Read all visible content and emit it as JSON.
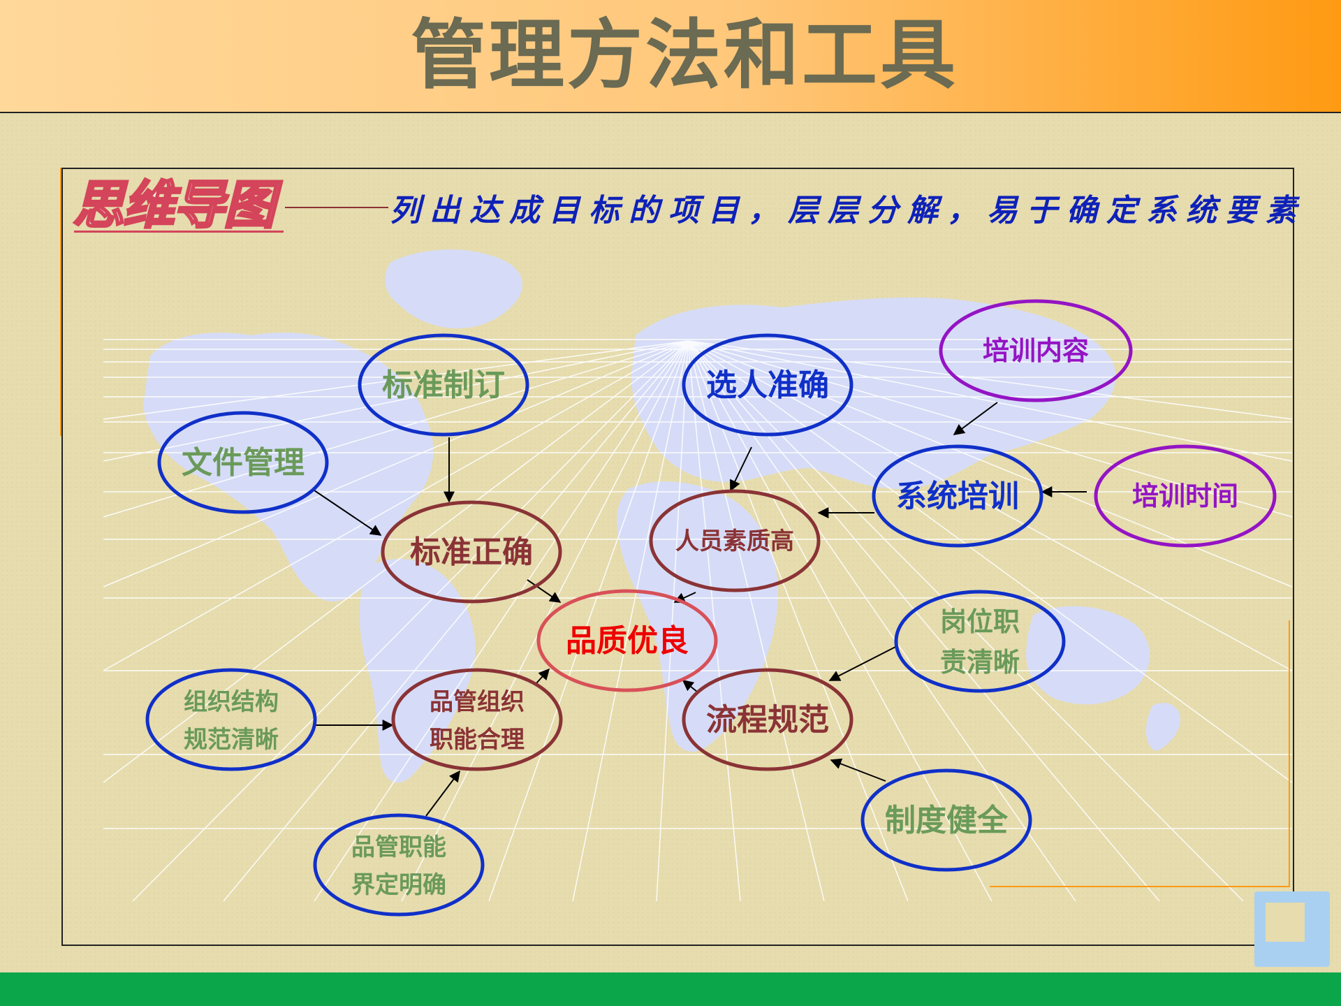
{
  "title": "管理方法和工具",
  "logo": "思维导图",
  "tagline": "列出达成目标的项目，层层分解，易于确定系统要素",
  "colors": {
    "header_start": "#ffd89a",
    "header_end": "#ff9a12",
    "footer": "#0ba64a",
    "blue_ring": "#1030c8",
    "maroon_ring": "#8a3336",
    "red_ring": "#d85058",
    "purple_ring": "#9414c4",
    "green_text": "#6a9a5a",
    "blue_text": "#1030c8",
    "maroon_text": "#8a3336",
    "purple_text": "#9414c4",
    "center_text": "#ee0000",
    "map": "#d6dcf7"
  },
  "nodes": {
    "pinzhi": "品质优良",
    "biaozhun_zhengque": "标准正确",
    "biaozhun_zhiding": "标准制订",
    "wenjian_guanli": "文件管理",
    "renyuan_suzhi": "人员素质高",
    "xuanren_zhunque": "选人准确",
    "xitong_peixun": "系统培训",
    "peixun_neirong": "培训内容",
    "peixun_shijian": "培训时间",
    "pinguan_zuzhi": [
      "品管组织",
      "职能合理"
    ],
    "zuzhi_jiegou": [
      "组织结构",
      "规范清晰"
    ],
    "pinguan_zhineng": [
      "品管职能",
      "界定明确"
    ],
    "liucheng_guifan": "流程规范",
    "gangwei_zhize": [
      "岗位职",
      "责清晰"
    ],
    "zhidu_jianquan": "制度健全"
  }
}
